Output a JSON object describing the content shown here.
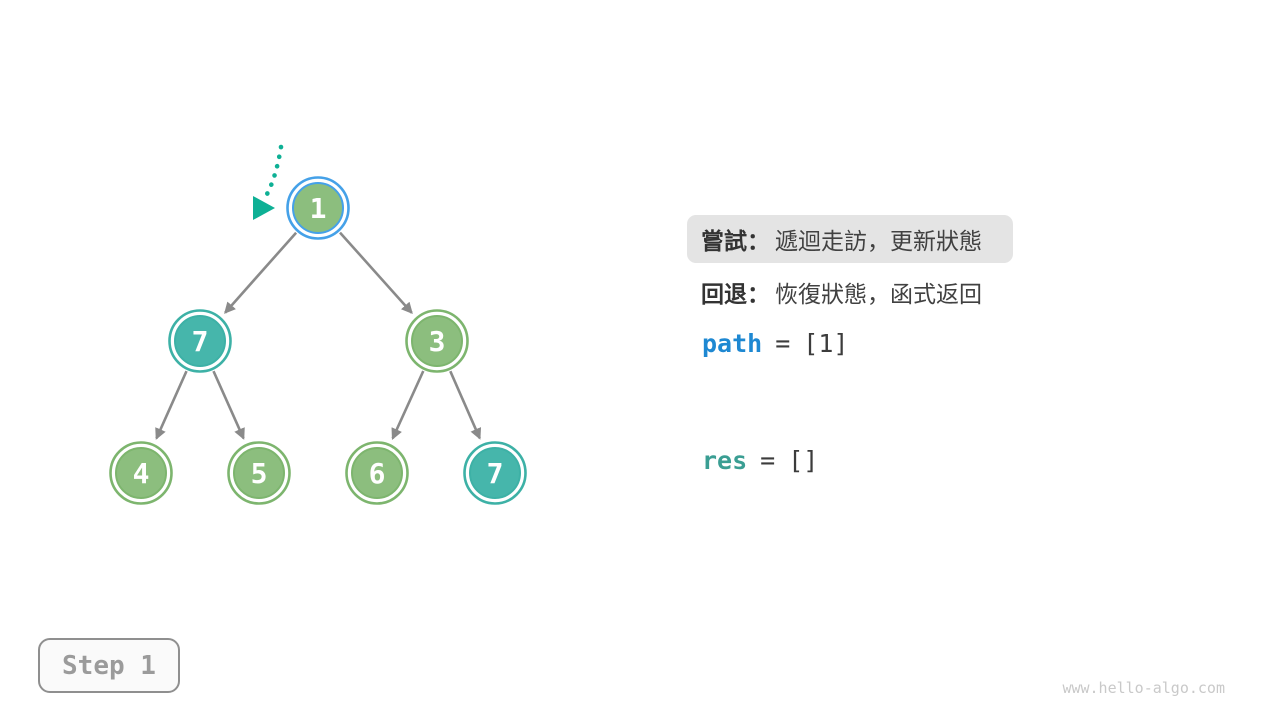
{
  "panel": {
    "try_label": "嘗試：",
    "try_text": "遞迴走訪，更新狀態",
    "back_label": "回退：",
    "back_text": "恢復狀態，函式返回",
    "path_var": "path",
    "path_eq": "=",
    "path_value": "[1]",
    "res_var": "res",
    "res_eq": "=",
    "res_value": "[]"
  },
  "step": {
    "label": "Step 1"
  },
  "watermark": "www.hello-algo.com",
  "tree": {
    "nodes": [
      {
        "value": "1",
        "role": "root",
        "style": "green-fill-blue-ring-current"
      },
      {
        "value": "7",
        "role": "left-child",
        "style": "teal"
      },
      {
        "value": "3",
        "role": "right-child",
        "style": "green"
      },
      {
        "value": "4",
        "role": "leaf",
        "style": "green"
      },
      {
        "value": "5",
        "role": "leaf",
        "style": "green"
      },
      {
        "value": "6",
        "role": "leaf",
        "style": "green"
      },
      {
        "value": "7",
        "role": "leaf",
        "style": "teal"
      }
    ],
    "edges": [
      [
        "1",
        "7"
      ],
      [
        "1",
        "3"
      ],
      [
        "7",
        "4"
      ],
      [
        "7",
        "5"
      ],
      [
        "3",
        "6"
      ],
      [
        "3",
        "7"
      ]
    ],
    "pointer": {
      "type": "dotted-arrow",
      "points_to": "1"
    }
  },
  "colors": {
    "node_green_fill": "#8cbe7e",
    "node_green_ring": "#7db56e",
    "node_teal_fill": "#46b6ab",
    "node_teal_ring": "#3db1a6",
    "current_ring_blue": "#45a1e8",
    "edge_gray": "#8a8a8a",
    "pointer_teal": "#0eb095",
    "path_var_blue": "#1e88d2",
    "res_var_teal": "#3a9e93",
    "highlight_bg": "#e4e4e4",
    "text_dark": "#414141",
    "step_gray": "#9b9b9b"
  }
}
